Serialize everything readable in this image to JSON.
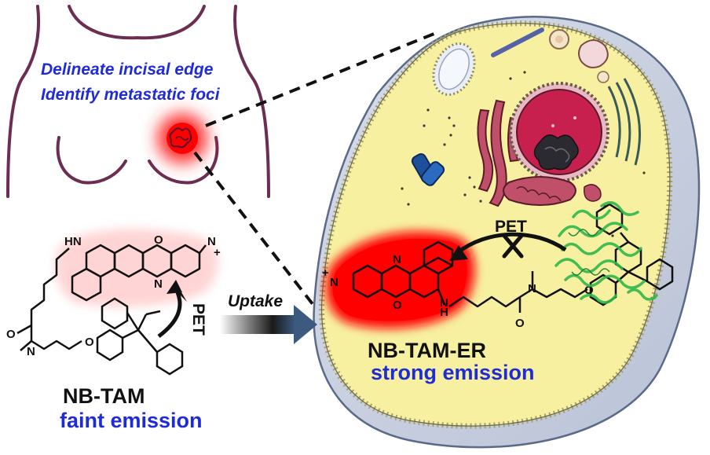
{
  "annotations": {
    "line1": "Delineate incisal edge",
    "line2": "Identify metastatic foci"
  },
  "probe": {
    "name": "NB-TAM",
    "state": "faint emission",
    "pet": "PET"
  },
  "complex": {
    "name": "NB-TAM-ER",
    "state": "strong emission",
    "pet": "PET"
  },
  "uptake": "Uptake",
  "atoms": {
    "hn": "HN",
    "o": "O",
    "n": "N",
    "nplus": "N",
    "plus": "+",
    "h": "H",
    "methyl": "–"
  },
  "colors": {
    "accent_blue": "#1f2bd6",
    "glow_red": "#ff1a1a",
    "cell_fill": "#f7f0a0",
    "protein_green": "#2fb84a",
    "arrow_steel": "#3c5a80"
  }
}
